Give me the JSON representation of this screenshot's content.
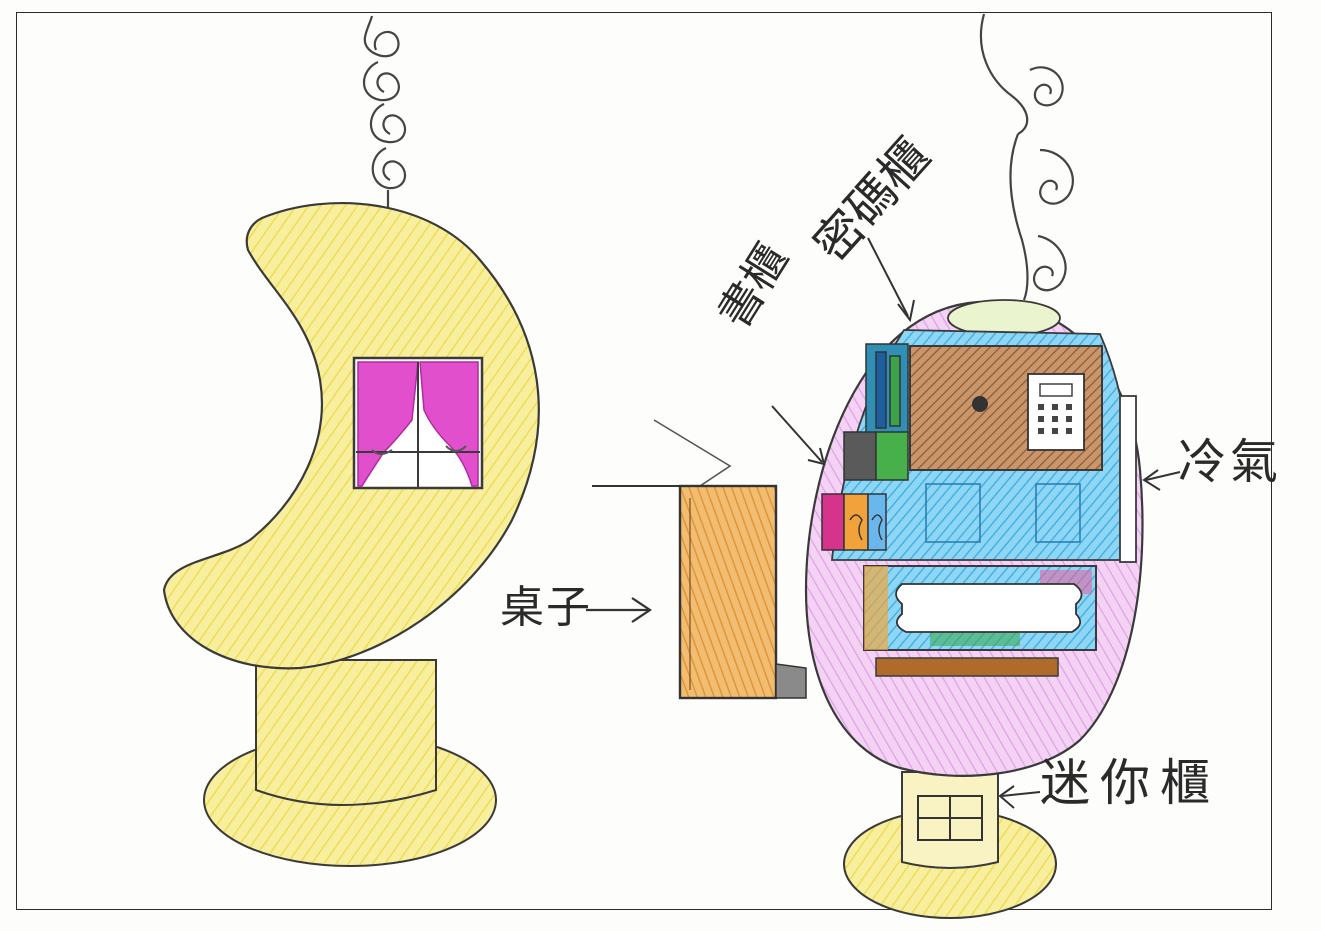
{
  "labels": {
    "desk": "桌子",
    "bookshelf": "書櫃",
    "safe": "密碼櫃",
    "air_conditioner": "冷氣",
    "mini_cabinet": "迷你櫃"
  },
  "colors": {
    "moon_yellow": "#f6e98a",
    "pedestal_yellow": "#f8ef9c",
    "curtain_magenta": "#e040c8",
    "safe_brown": "#b07a4e",
    "egg_blue": "#66c6ef",
    "egg_pink": "#eab6ee",
    "desk_orange": "#eba54c",
    "shelf_brown": "#a8672a",
    "pencil_line": "#3a3a3a"
  },
  "icons": {
    "moon_chair": "crescent-moon-chair-icon",
    "egg_pod": "egg-pod-icon",
    "curtain_window": "curtain-window-icon",
    "keypad": "keypad-icon",
    "swirl": "swirl-chain-icon"
  }
}
